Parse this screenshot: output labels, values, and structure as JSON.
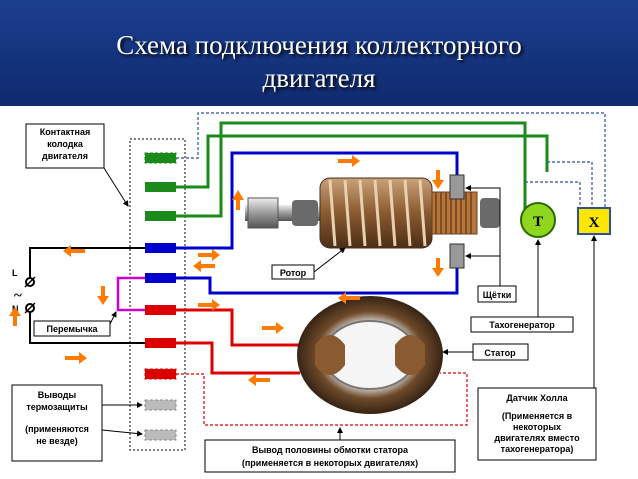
{
  "title": {
    "line1": "Схема подключения коллекторного",
    "line2": "двигателя"
  },
  "labels": {
    "terminal_block": [
      "Контактная",
      "колодка",
      "двигателя"
    ],
    "rotor": "Ротор",
    "brushes": "Щётки",
    "tachogenerator": "Тахогенератор",
    "stator": "Статор",
    "jumper": "Перемычка",
    "thermal_outputs": [
      "Выводы",
      "термозащиты"
    ],
    "thermal_note": [
      "(применяются",
      "не везде)"
    ],
    "hall_sensor": [
      "Датчик Холла"
    ],
    "hall_note": [
      "(Применяется в",
      "некоторых",
      "двигателях вместо",
      "тахогенератора)"
    ],
    "stator_half": [
      "Вывод половины обмотки статора",
      "(применяется в некоторых двигателях)"
    ],
    "line_L": "L",
    "line_N": "N",
    "ac_symbol": "~",
    "tacho_symbol": "T",
    "hall_symbol": "X"
  },
  "colors": {
    "green": "#1a8a1a",
    "blue": "#0000cc",
    "red": "#dd0000",
    "magenta": "#cc00cc",
    "orange": "#ff7a00",
    "tacho_fill": "#8fd61f",
    "hall_fill": "#ffe600"
  }
}
